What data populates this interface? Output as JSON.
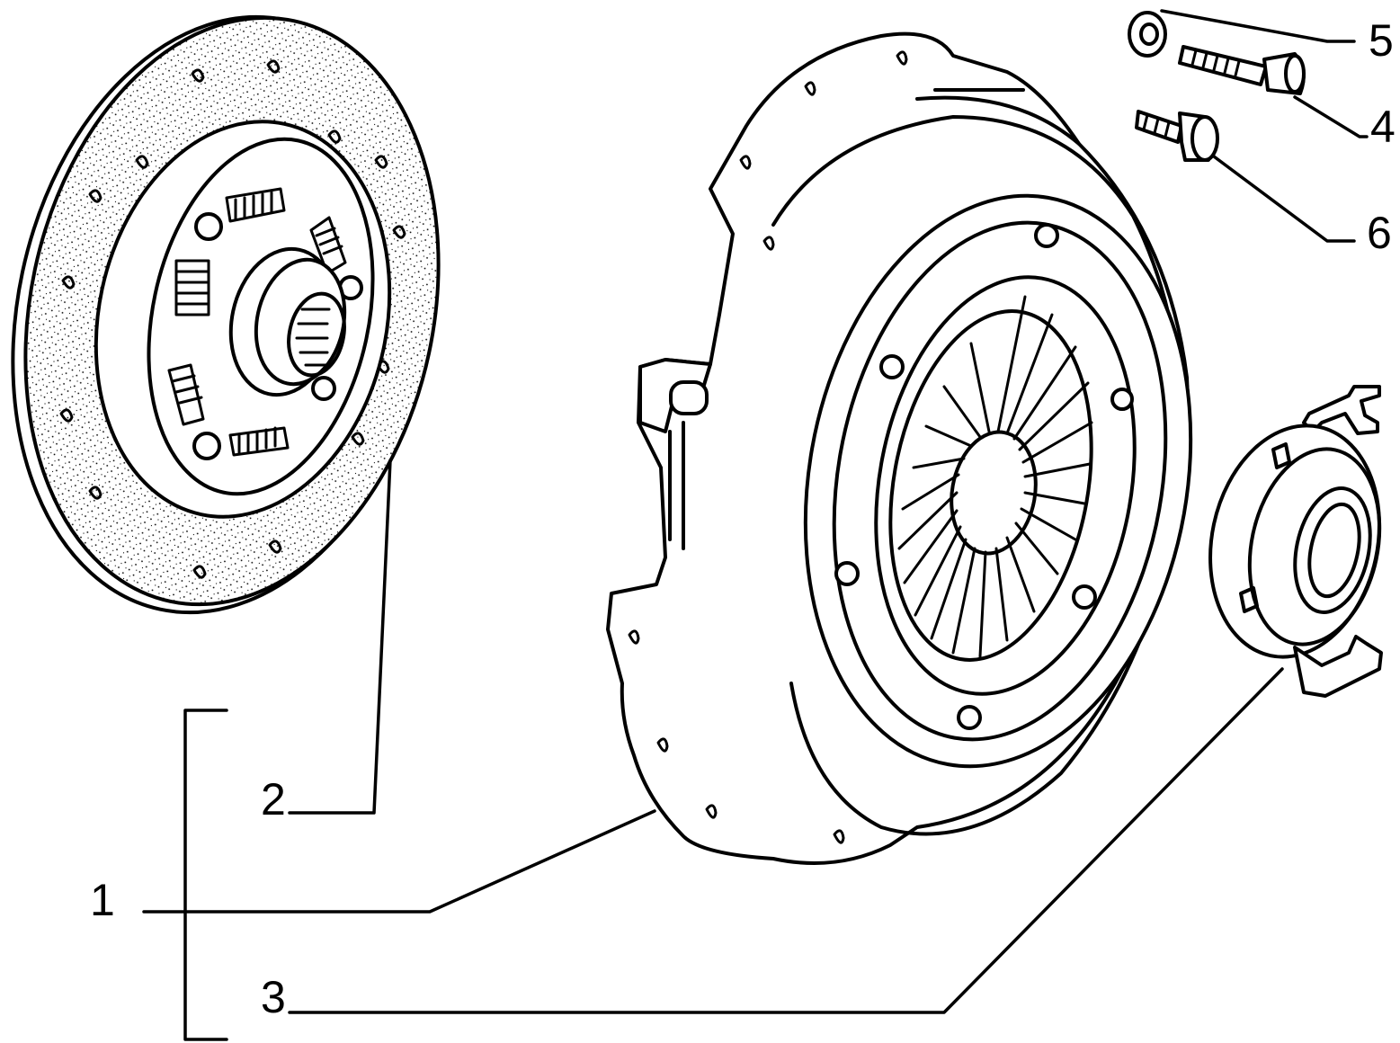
{
  "callouts": {
    "kit": "1",
    "clutch_disc": "2",
    "pressure_plate": "3",
    "bolt_socket": "4",
    "washer": "5",
    "bolt_hex": "6"
  }
}
